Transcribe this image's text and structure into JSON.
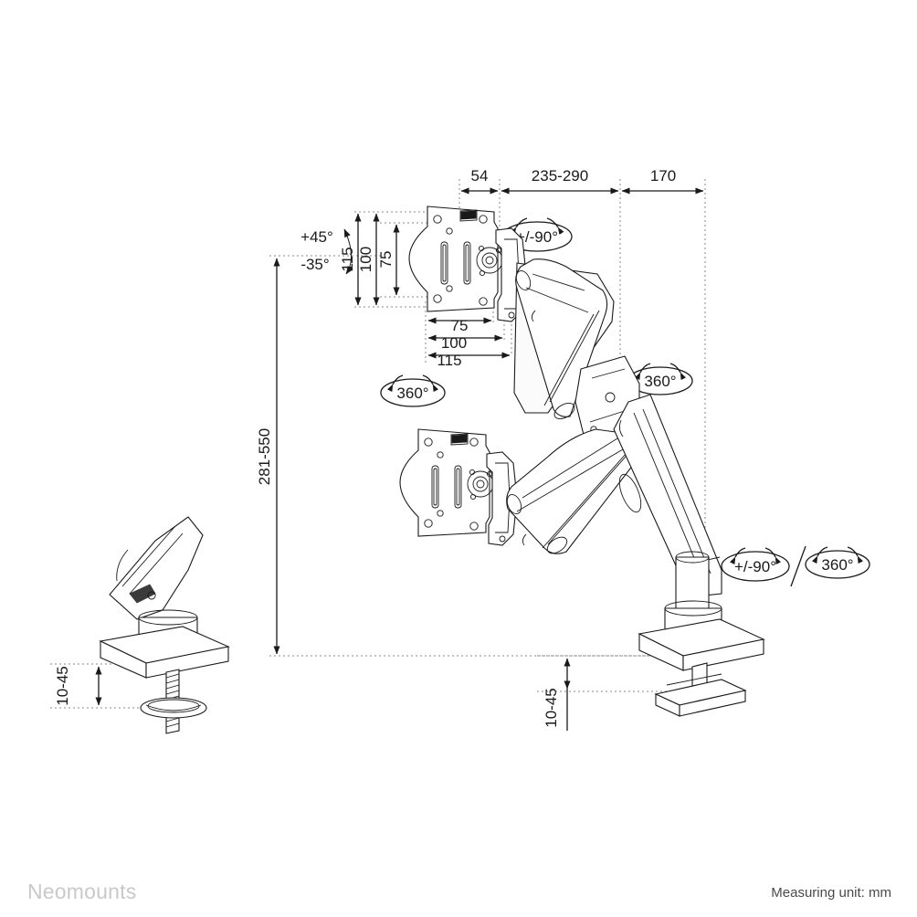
{
  "document": {
    "type": "technical-dimension-drawing",
    "subject": "Gas spring desk monitor arm",
    "unit_note": "Measuring unit: mm",
    "brand": "Neomounts"
  },
  "footer": {
    "brand_label": "Neomounts",
    "unit_label": "Measuring unit: mm"
  },
  "dimensions": {
    "top_horizontal": [
      {
        "name": "depth-plate-to-joint",
        "label": "54"
      },
      {
        "name": "arm-reach-range",
        "label": "235-290"
      },
      {
        "name": "base-offset",
        "label": "170"
      }
    ],
    "vesa_vertical": [
      {
        "name": "vesa-height-115",
        "label": "115"
      },
      {
        "name": "vesa-height-100",
        "label": "100"
      },
      {
        "name": "vesa-height-75",
        "label": "75"
      }
    ],
    "vesa_horizontal": [
      {
        "name": "vesa-width-75",
        "label": "75"
      },
      {
        "name": "vesa-width-100",
        "label": "100"
      },
      {
        "name": "vesa-width-115",
        "label": "115"
      }
    ],
    "height_range": {
      "name": "height-above-desk",
      "label": "281-550"
    },
    "clamp_left": {
      "name": "desk-thickness-left",
      "label": "10-45"
    },
    "clamp_right": {
      "name": "desk-thickness-right",
      "label": "10-45"
    }
  },
  "angles": {
    "tilt_up": "+45°",
    "tilt_down": "-35°",
    "rotate_head": "+/-90°",
    "rotate_plate": "360°",
    "rotate_elbow": "360°",
    "base_swivel": "+/-90°",
    "base_rotate": "360°",
    "separator": "/"
  },
  "colors": {
    "line": "#1a1a1a",
    "extension": "#8a8a8a",
    "brand_text": "#c9c9c9",
    "unit_text": "#4a4a4a",
    "background": "#ffffff"
  }
}
